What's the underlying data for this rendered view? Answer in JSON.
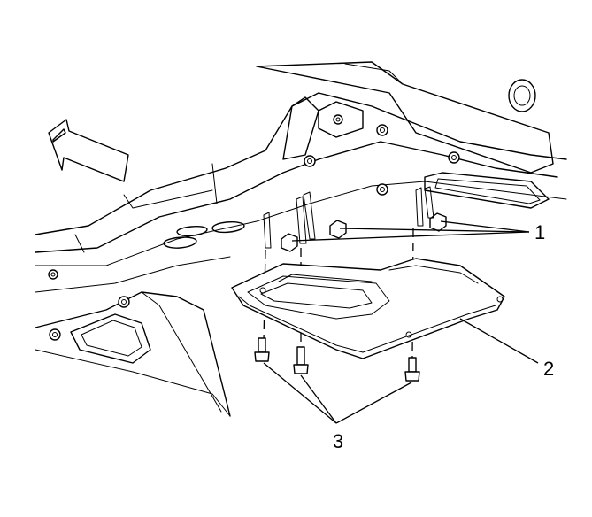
{
  "callouts": [
    {
      "id": "1",
      "label": "1"
    },
    {
      "id": "2",
      "label": "2"
    },
    {
      "id": "3",
      "label": "3"
    }
  ],
  "icons": {
    "direction_arrow": "forward-arrow-icon",
    "nut": "nut-icon",
    "bolt": "bolt-icon"
  },
  "colors": {
    "line": "#000000",
    "background": "#ffffff"
  }
}
